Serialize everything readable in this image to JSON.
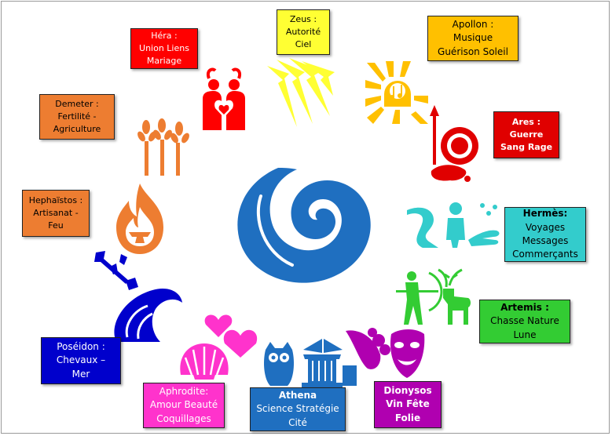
{
  "cards": [
    {
      "id": "zeus",
      "name": "Zeus :",
      "lines": [
        "Autorité",
        "Ciel"
      ],
      "bg": "#FFFF33",
      "fg": "#000000"
    },
    {
      "id": "apollon",
      "name": "Apollon :",
      "lines": [
        "Musique",
        "Guérison Soleil"
      ],
      "bg": "#FFC000",
      "fg": "#000000"
    },
    {
      "id": "hera",
      "name": "Héra :",
      "lines": [
        "Union Liens",
        "Mariage"
      ],
      "bg": "#FF0000",
      "fg": "#FFFFFF"
    },
    {
      "id": "demeter",
      "name": "Demeter :",
      "lines": [
        "Fertilité -",
        "Agriculture"
      ],
      "bg": "#ED7D31",
      "fg": "#000000"
    },
    {
      "id": "ares",
      "name": "Ares :",
      "lines": [
        "Guerre",
        "Sang Rage"
      ],
      "bg": "#E00000",
      "fg": "#FFFFFF"
    },
    {
      "id": "hephaistos",
      "name": "Hephaïstos :",
      "lines": [
        "Artisanat -",
        "Feu"
      ],
      "bg": "#ED7D31",
      "fg": "#000000"
    },
    {
      "id": "hermes",
      "name": "Hermès:",
      "lines": [
        "Voyages",
        "Messages",
        "Commerçants"
      ],
      "bg": "#33CCCC",
      "fg": "#000000"
    },
    {
      "id": "artemis",
      "name": "Artemis :",
      "lines": [
        "Chasse Nature",
        "Lune"
      ],
      "bg": "#33CC33",
      "fg": "#000000"
    },
    {
      "id": "poseidon",
      "name": "Poséidon :",
      "lines": [
        "Chevaux –",
        "Mer"
      ],
      "bg": "#0000CC",
      "fg": "#FFFFFF"
    },
    {
      "id": "aphrodite",
      "name": "Aphrodite:",
      "lines": [
        "Amour Beauté",
        "Coquillages"
      ],
      "bg": "#FF33CC",
      "fg": "#FFFFFF"
    },
    {
      "id": "athena",
      "name": "Athena",
      "lines": [
        "Science Stratégie",
        "Cité"
      ],
      "bg": "#1F6FC0",
      "fg": "#FFFFFF"
    },
    {
      "id": "dionysos",
      "name": "Dionysos",
      "lines": [
        "Vin  Fête",
        "Folie"
      ],
      "bg": "#B000B0",
      "fg": "#FFFFFF"
    }
  ],
  "colors": {
    "zeus": "#FFFF33",
    "apollon": "#FFC000",
    "hera": "#FF0000",
    "demeter": "#ED7D31",
    "ares": "#E00000",
    "hephaistos": "#ED7D31",
    "hermes": "#33CCCC",
    "artemis": "#33CC33",
    "poseidon": "#0000CC",
    "aphrodite": "#FF33CC",
    "athena": "#1F6FC0",
    "dionysos": "#B000B0",
    "spiral": "#1F6FC0"
  },
  "icons": {
    "center": "spiral-wave-icon",
    "zeus": "lightning-bolts-icon",
    "apollon": "sun-lyre-icon",
    "hera": "couple-heart-icon",
    "demeter": "wheat-icon",
    "ares": "spear-shield-blood-icon",
    "hephaistos": "anvil-flame-icon",
    "hermes": "traveller-hand-icon",
    "artemis": "archer-deer-icon",
    "poseidon": "trident-wave-icon",
    "aphrodite": "shell-hearts-icon",
    "athena": "owl-column-book-icon",
    "dionysos": "cornucopia-mask-icon"
  }
}
